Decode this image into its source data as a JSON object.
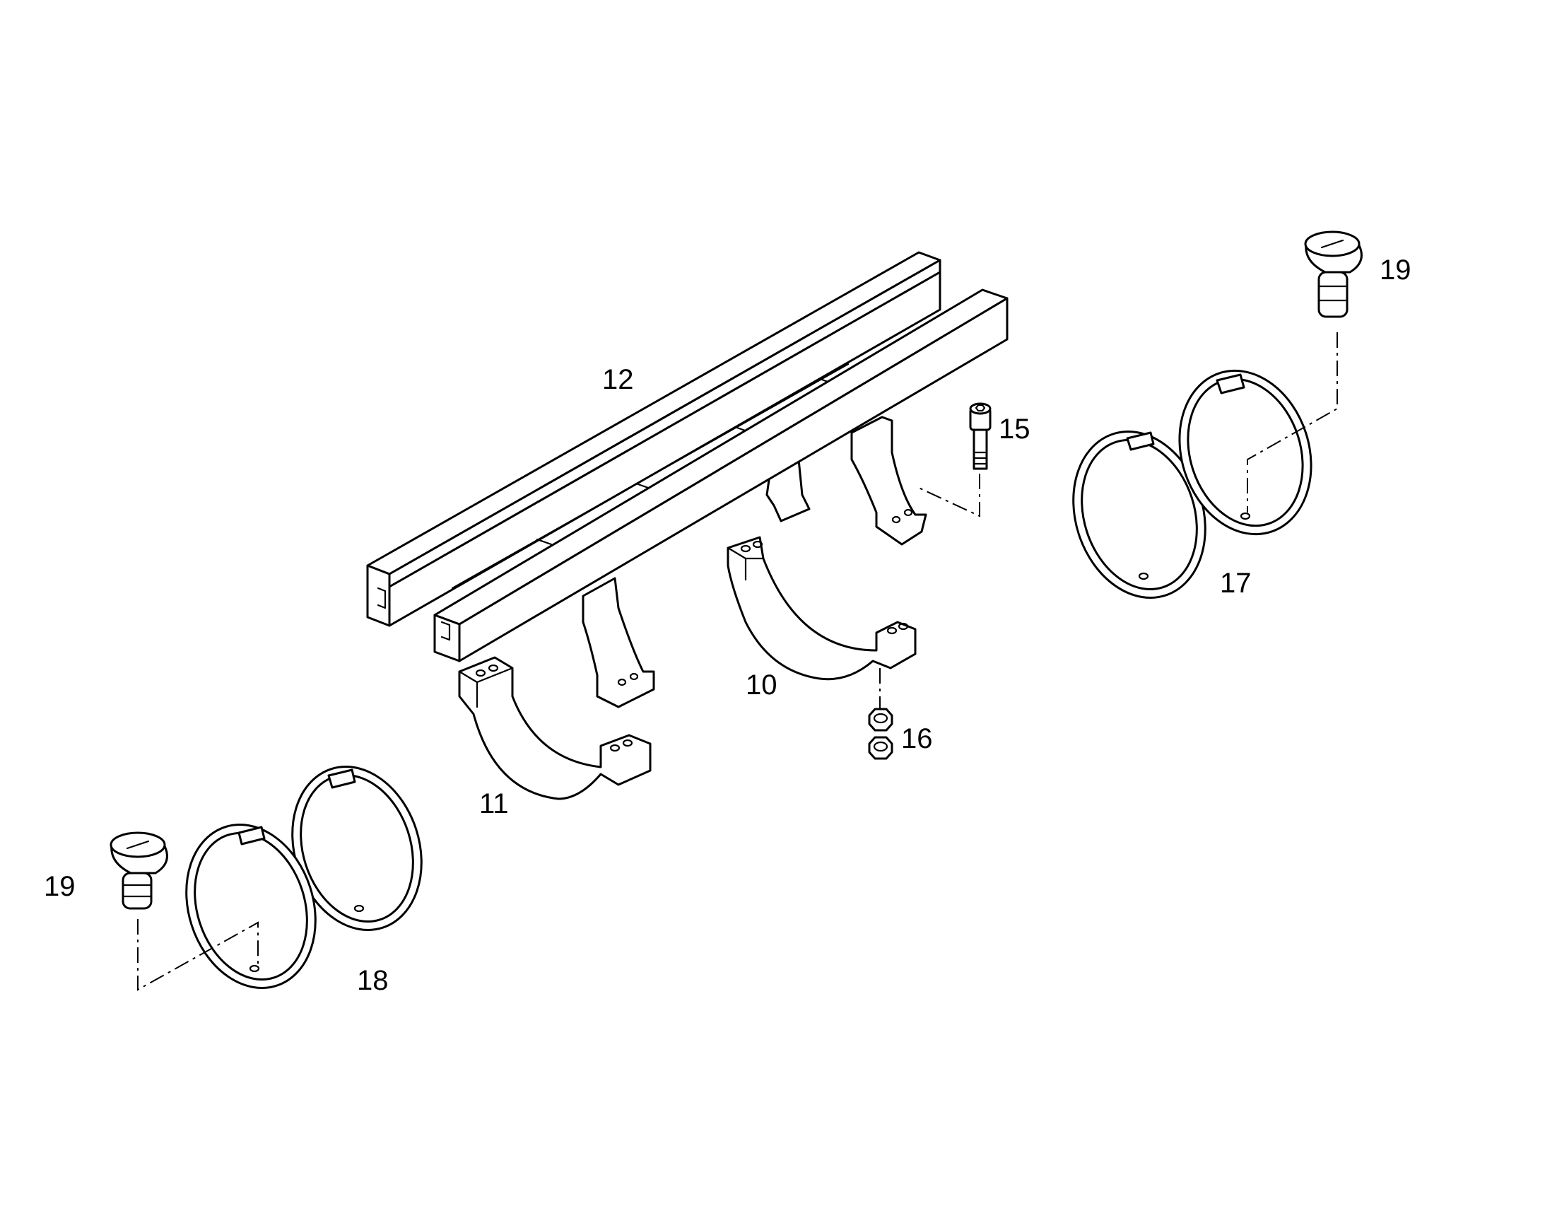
{
  "callouts": {
    "c12": "12",
    "c15": "15",
    "c19_right": "19",
    "c17": "17",
    "c10": "10",
    "c16": "16",
    "c11": "11",
    "c19_left": "19",
    "c18": "18"
  },
  "colors": {
    "line": "#000000",
    "background": "#ffffff"
  }
}
